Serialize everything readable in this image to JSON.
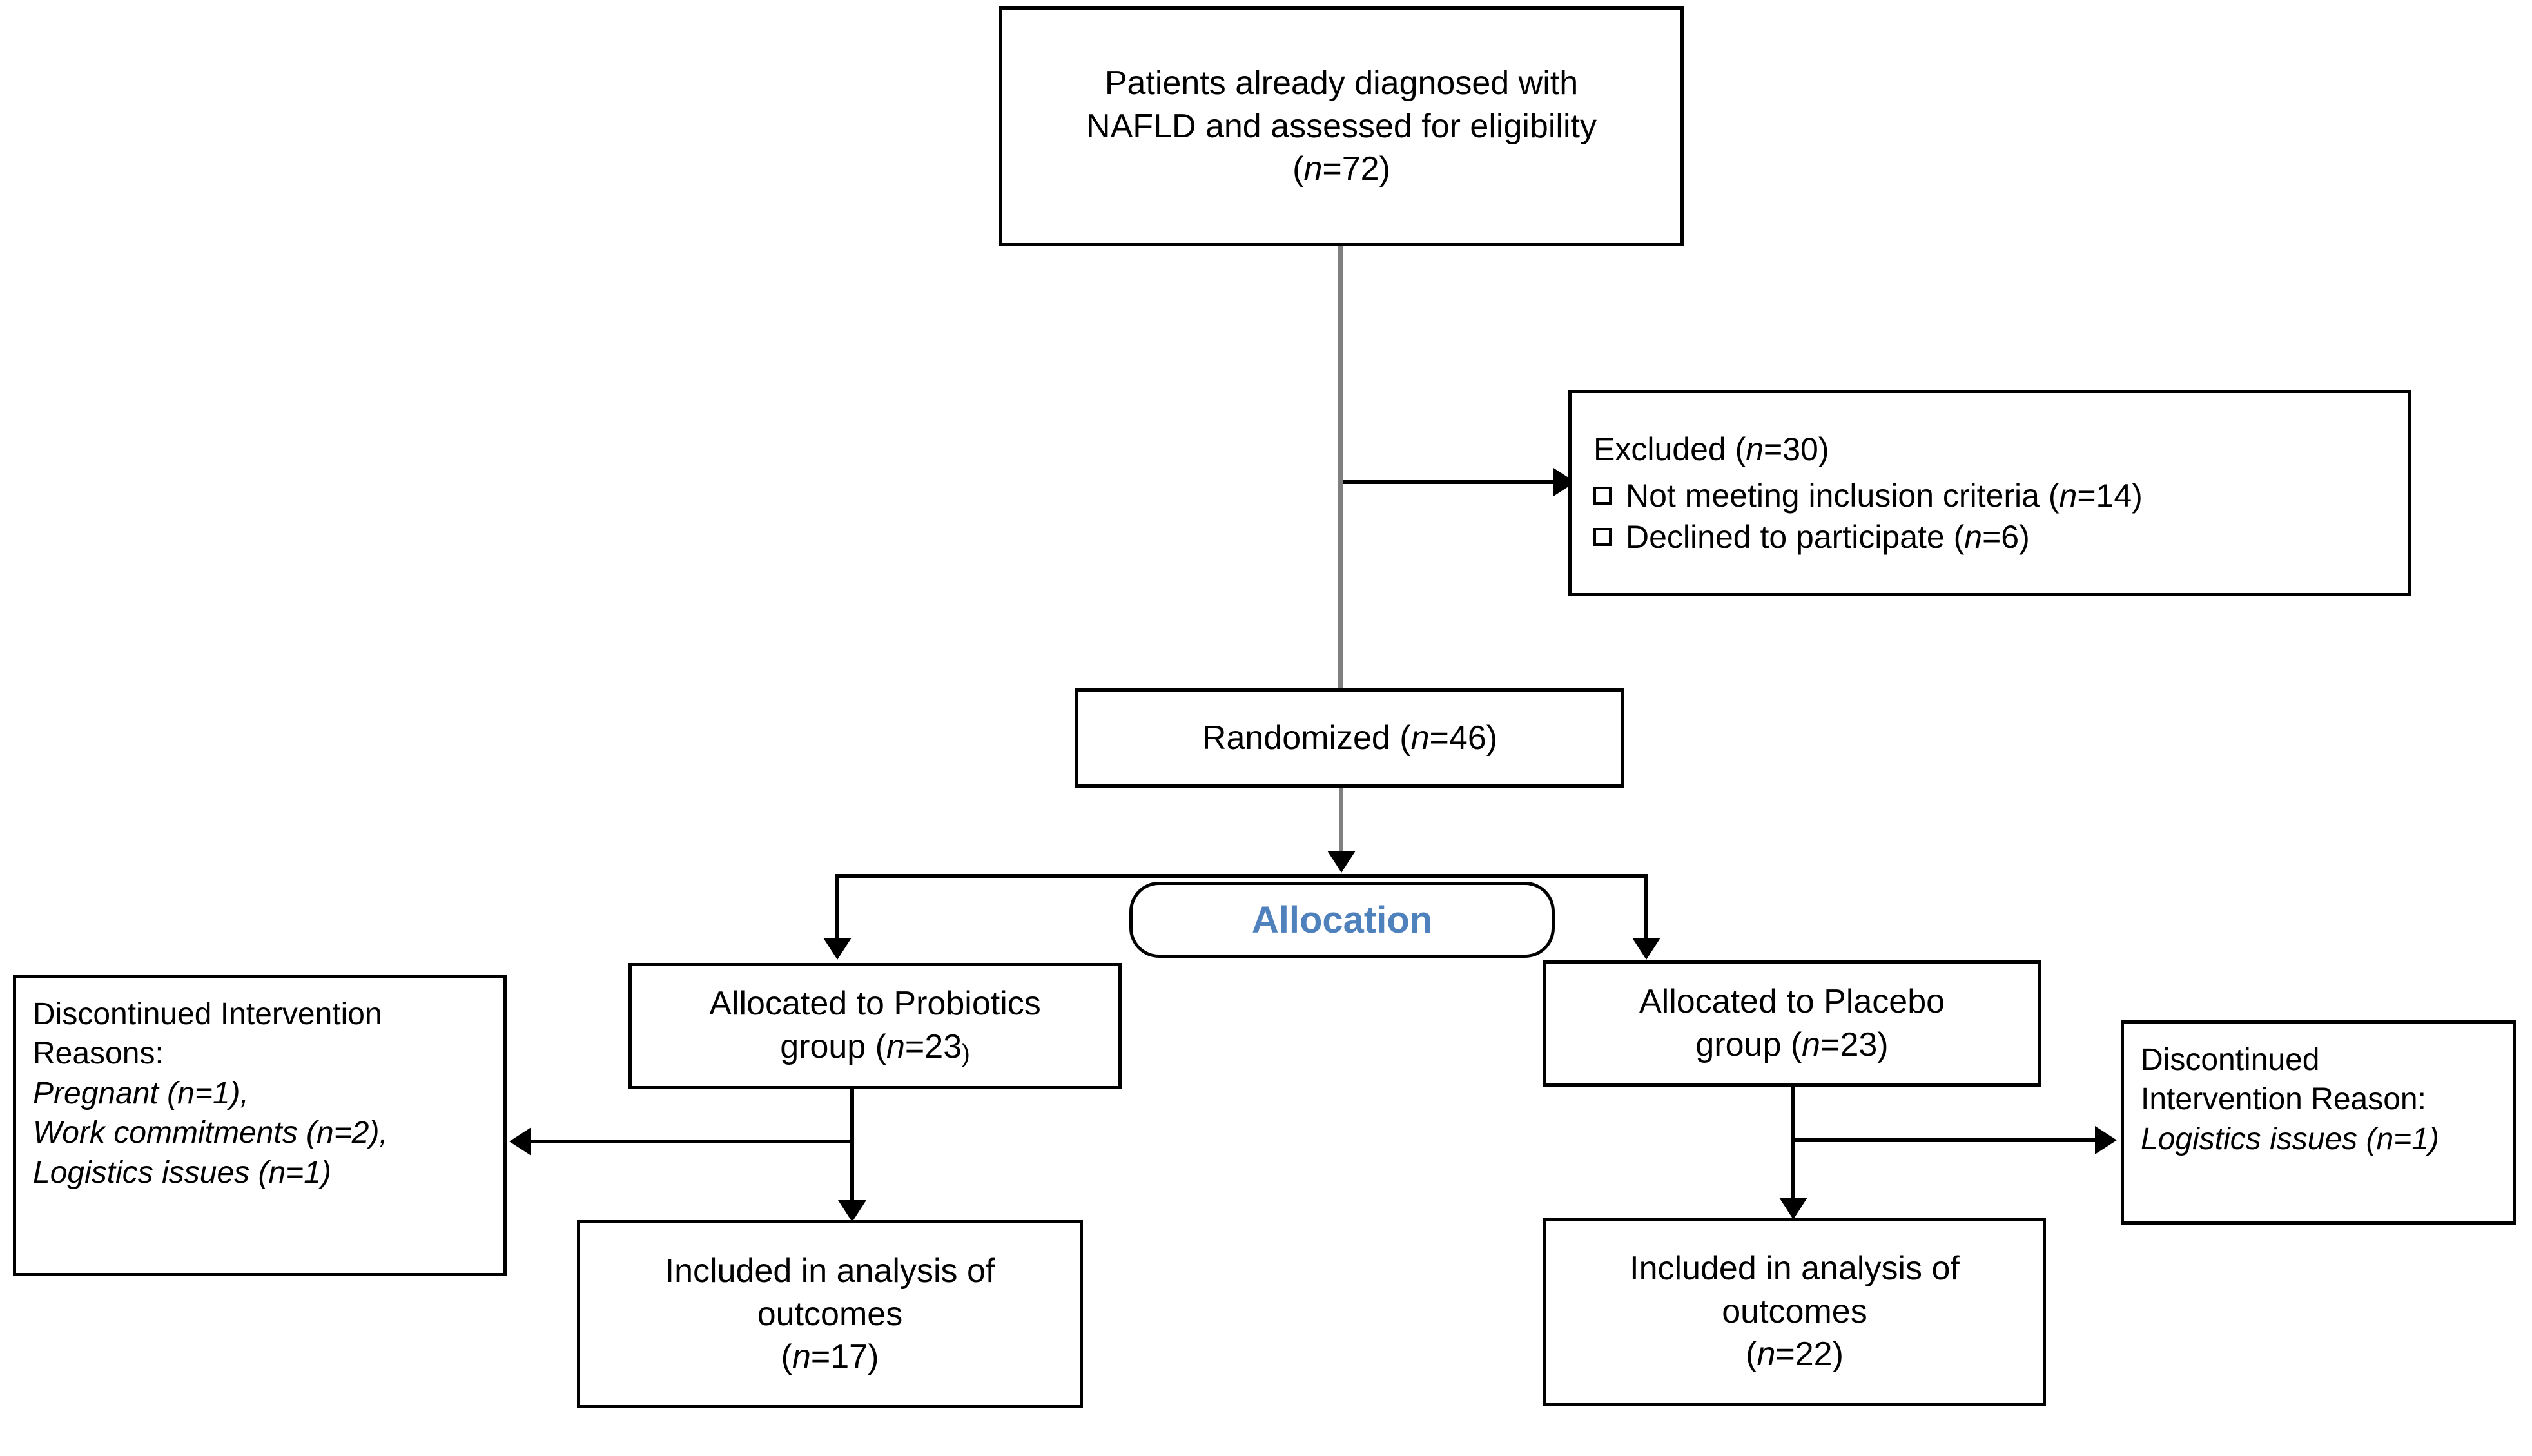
{
  "diagram": {
    "type": "consort-flow-diagram",
    "title": "CONSORT participant flow diagram",
    "accent_color": "#4F81BD",
    "line_color": "#808080",
    "border_color": "#000000",
    "background": "#FFFFFF"
  },
  "nodes": {
    "enrollment": {
      "line1": "Patients already diagnosed with",
      "line2": "NAFLD and assessed for eligibility",
      "n_prefix": "(",
      "n_italic": "n",
      "n_value": "=72)",
      "n_label": "(n=72)",
      "count": 72
    },
    "excluded": {
      "heading_text": "Excluded (",
      "heading_italic": "n",
      "heading_tail": "=30)",
      "heading_label": "Excluded (n=30)",
      "count": 30,
      "reasons": [
        {
          "text": "Not meeting inclusion criteria (",
          "italic": "n",
          "tail": "=14)",
          "label": "Not meeting inclusion criteria (n=14)",
          "count": 14
        },
        {
          "text": "Declined to participate (",
          "italic": "n",
          "tail": "=6)",
          "label": "Declined to participate (n=6)",
          "count": 6
        }
      ]
    },
    "randomized": {
      "text": "Randomized (",
      "italic": "n",
      "tail": "=46)",
      "label": "Randomized (n=46)",
      "count": 46
    },
    "allocation_banner": {
      "label": "Allocation"
    },
    "allocated_probiotics": {
      "line1": "Allocated to Probiotics",
      "line2_text": "group (",
      "line2_italic": "n",
      "line2_tail": "=23",
      "line2_paren": ")",
      "label": "Allocated to Probiotics group (n=23)",
      "count": 23
    },
    "allocated_placebo": {
      "line1": "Allocated to Placebo",
      "line2_text": "group (",
      "line2_italic": "n",
      "line2_tail": "=23)",
      "label": "Allocated to Placebo group (n=23)",
      "count": 23
    },
    "discontinued_probiotics": {
      "heading_line1": "Discontinued Intervention",
      "heading_line2": "Reasons:",
      "heading_label": "Discontinued Intervention Reasons:",
      "reasons": [
        {
          "label": "Pregnant (n=1),",
          "text": "Pregnant (n=1),",
          "count": 1
        },
        {
          "label": "Work commitments (n=2),",
          "text": "Work commitments (n=2),",
          "count": 2
        },
        {
          "label": "Logistics issues (n=1)",
          "text": "Logistics issues (n=1)",
          "count": 1
        }
      ]
    },
    "discontinued_placebo": {
      "heading_line1": "Discontinued",
      "heading_line2": "Intervention  Reason:",
      "heading_label": "Discontinued Intervention Reason:",
      "reasons": [
        {
          "label": "Logistics issues (n=1)",
          "text": "Logistics issues (n=1)",
          "count": 1
        }
      ]
    },
    "analysis_probiotics": {
      "line1": "Included in analysis of",
      "line2": "outcomes",
      "n_prefix": "(",
      "n_italic": "n",
      "n_tail": "=17)",
      "n_label": "(n=17)",
      "label": "Included in analysis of outcomes (n=17)",
      "count": 17
    },
    "analysis_placebo": {
      "line1": "Included in analysis of",
      "line2": "outcomes",
      "n_prefix": "(",
      "n_italic": "n",
      "n_tail": "=22)",
      "n_label": "(n=22)",
      "label": "Included in analysis of outcomes (n=22)",
      "count": 22
    }
  }
}
